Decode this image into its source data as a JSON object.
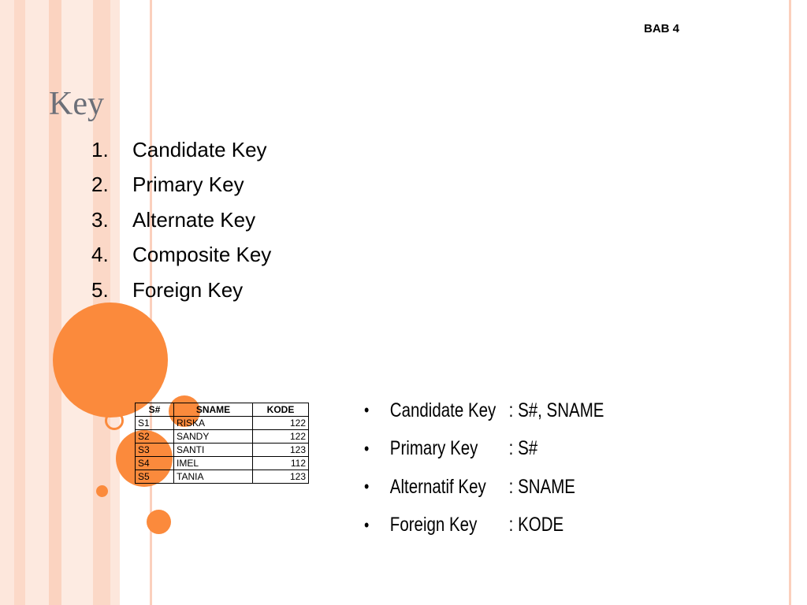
{
  "header": {
    "label": "BAB 4"
  },
  "title": "Key",
  "key_list": [
    {
      "number": "1.",
      "label": "Candidate Key"
    },
    {
      "number": "2.",
      "label": "Primary Key"
    },
    {
      "number": "3.",
      "label": "Alternate Key"
    },
    {
      "number": "4.",
      "label": "Composite Key"
    },
    {
      "number": "5.",
      "label": "Foreign Key"
    }
  ],
  "table": {
    "columns": [
      "S#",
      "SNAME",
      "KODE"
    ],
    "rows": [
      [
        "S1",
        "RISKA",
        "122"
      ],
      [
        "S2",
        "SANDY",
        "122"
      ],
      [
        "S3",
        "SANTI",
        "123"
      ],
      [
        "S4",
        "IMEL",
        "112"
      ],
      [
        "S5",
        "TANIA",
        "123"
      ]
    ]
  },
  "key_assignments": {
    "bullet": "•",
    "items": [
      {
        "name": "Candidate Key",
        "value": ": S#, SNAME"
      },
      {
        "name": "Primary Key",
        "value": ": S#"
      },
      {
        "name": "Alternatif Key",
        "value": ": SNAME"
      },
      {
        "name": "Foreign Key",
        "value": ": KODE"
      }
    ]
  },
  "colors": {
    "accent": "#fb8a3c",
    "stripe_light": "#fde4d8",
    "stripe_mid": "#fbd0bd",
    "title": "#6b6f78"
  }
}
